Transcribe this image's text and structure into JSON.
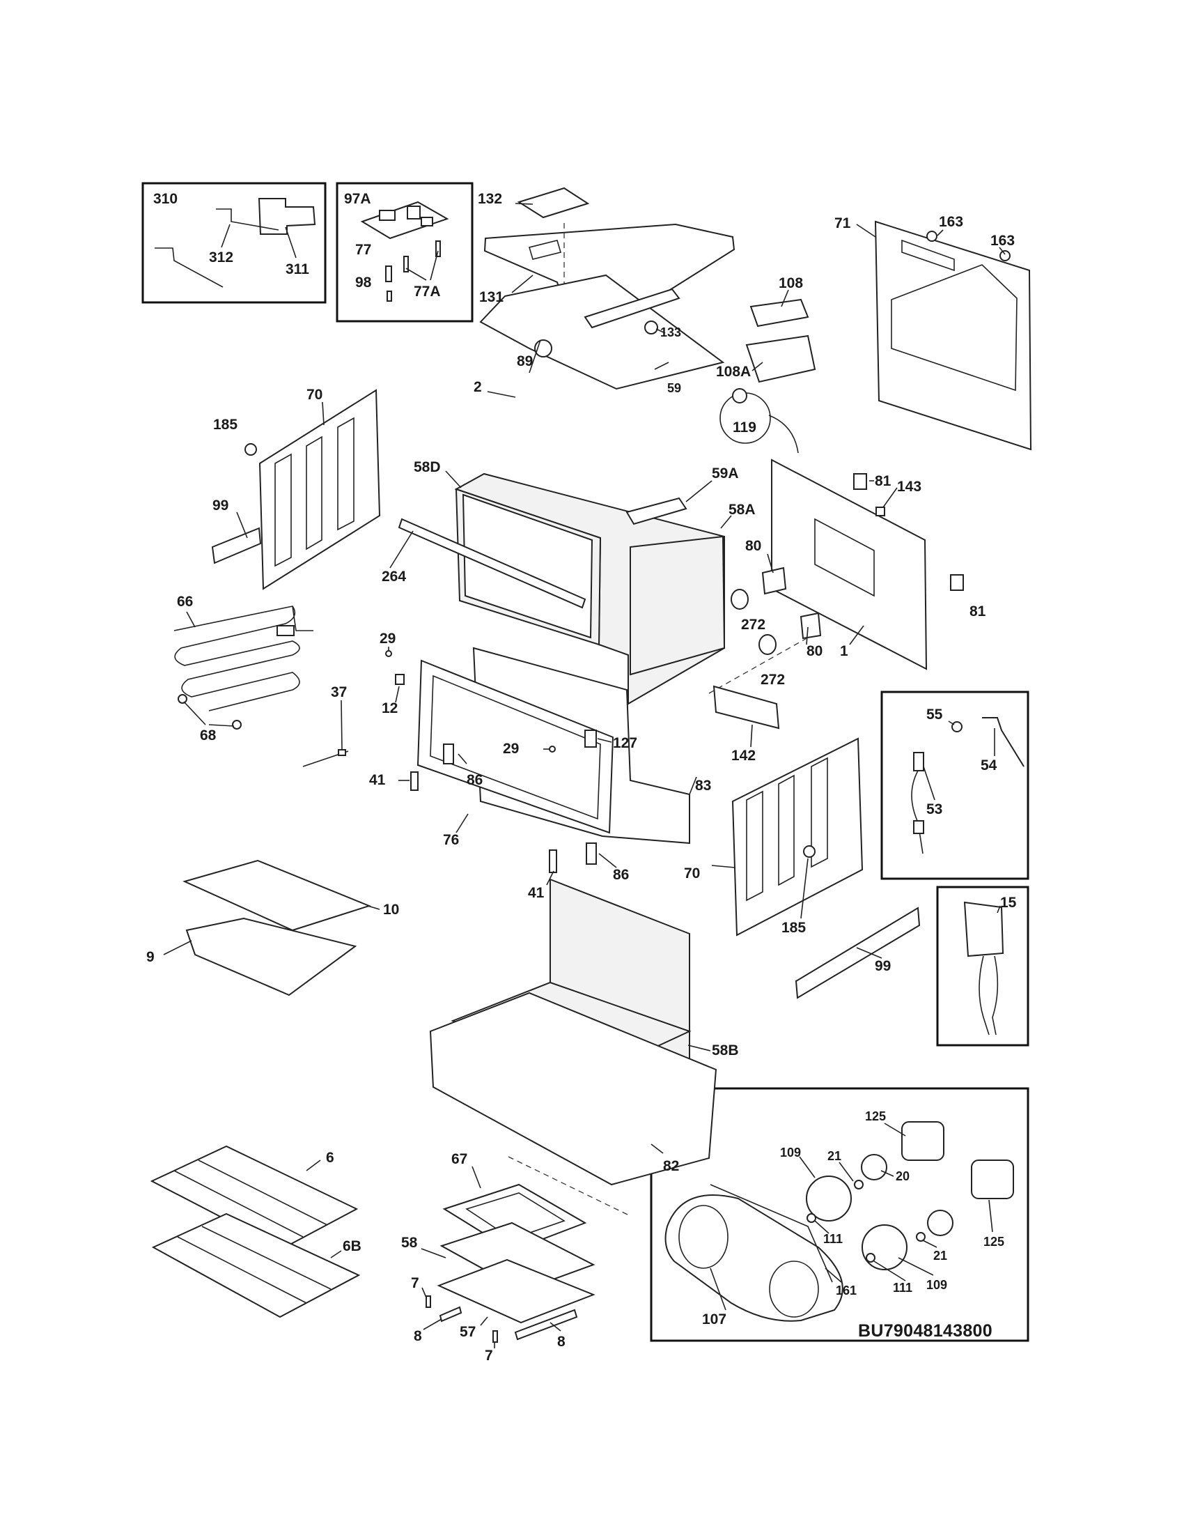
{
  "diagram_code": "BU79048143800",
  "callouts": {
    "c310": "310",
    "c311": "311",
    "c312": "312",
    "c97A": "97A",
    "c77": "77",
    "c98": "98",
    "c77A": "77A",
    "c132": "132",
    "c131": "131",
    "c133": "133",
    "c2": "2",
    "c89": "89",
    "c59": "59",
    "c108": "108",
    "c108A": "108A",
    "c119": "119",
    "c71": "71",
    "c163a": "163",
    "c163b": "163",
    "c70a": "70",
    "c185a": "185",
    "c99a": "99",
    "c58D": "58D",
    "c59A": "59A",
    "c58A": "58A",
    "c81a": "81",
    "c143": "143",
    "c81b": "81",
    "c80a": "80",
    "c272a": "272",
    "c80b": "80",
    "c272b": "272",
    "c1": "1",
    "c264": "264",
    "c66": "66",
    "c68": "68",
    "c29a": "29",
    "c12": "12",
    "c37": "37",
    "c29b": "29",
    "c127": "127",
    "c142": "142",
    "c41a": "41",
    "c86a": "86",
    "c76": "76",
    "c83": "83",
    "c41b": "41",
    "c86b": "86",
    "c70b": "70",
    "c185b": "185",
    "c99b": "99",
    "c55": "55",
    "c54": "54",
    "c53": "53",
    "c15": "15",
    "c10": "10",
    "c9": "9",
    "c58B": "58B",
    "c82": "82",
    "c6": "6",
    "c6B": "6B",
    "c67": "67",
    "c58": "58",
    "c7a": "7",
    "c8a": "8",
    "c57": "57",
    "c7b": "7",
    "c8b": "8",
    "c125a": "125",
    "c109a": "109",
    "c21a": "21",
    "c20": "20",
    "c111a": "111",
    "c161": "161",
    "c111b": "111",
    "c109b": "109",
    "c21b": "21",
    "c125b": "125",
    "c107": "107"
  }
}
